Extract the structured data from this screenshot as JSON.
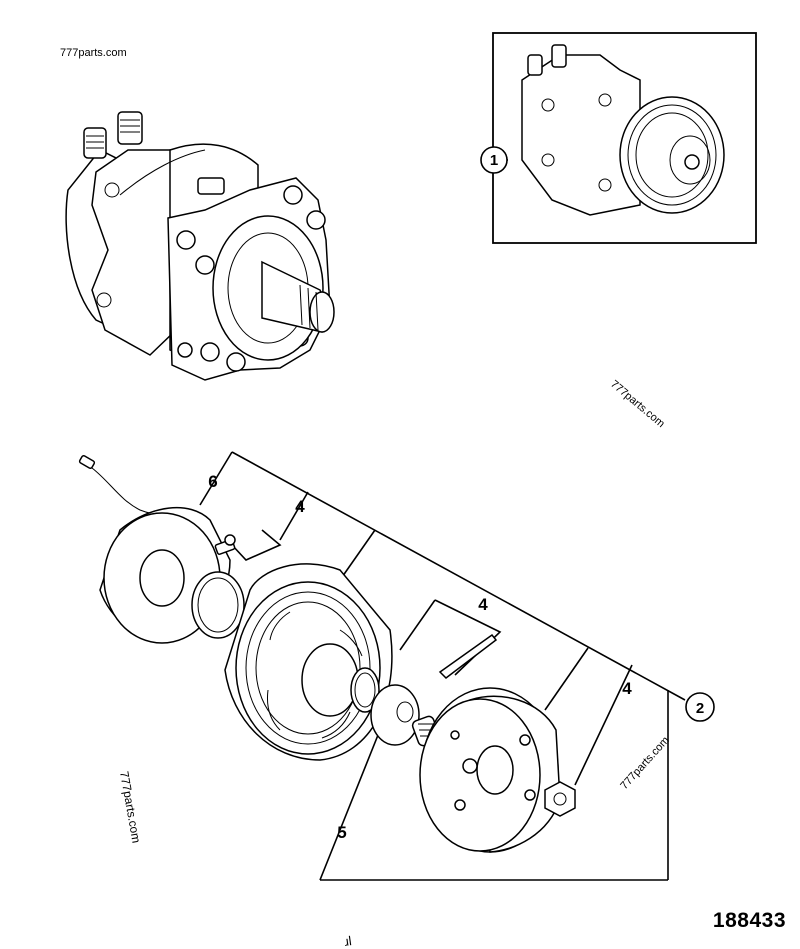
{
  "watermarks": {
    "top_left": "777parts.com",
    "right_mid": "777parts.com",
    "right_low": "777parts.com",
    "left_vertical": "777parts.com"
  },
  "callouts": {
    "ref_1": "1",
    "ref_2": "2",
    "coil": "6",
    "circlip_top": "4",
    "key": "4",
    "nut": "4",
    "shim": "5"
  },
  "figure_number": "188433",
  "bottom_scribble": "ɹl",
  "icons": [
    "compressor-illustration",
    "compressor-inset-illustration",
    "clutch-exploded-illustration"
  ]
}
